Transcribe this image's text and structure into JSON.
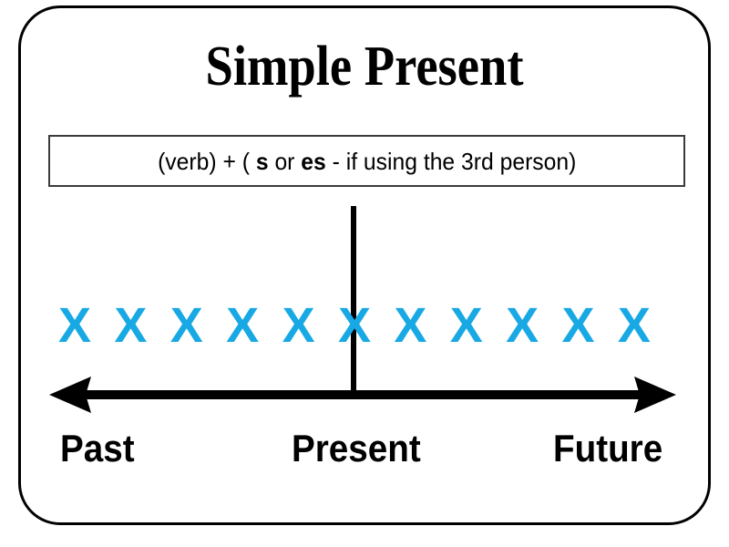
{
  "card": {
    "title": "Simple Present",
    "border_color": "#000000",
    "background_color": "#ffffff"
  },
  "formula": {
    "part_open": "(verb) + ( ",
    "bold_s": "s",
    "part_or": " or ",
    "bold_es": "es",
    "part_rest": " - if using the 3rd person)",
    "full_text": "(verb) + ( s or es - if using the 3rd person)",
    "border_color": "#3b3b3b"
  },
  "timeline": {
    "marks": {
      "symbol": "X",
      "count": 11,
      "color": "#18A9E4",
      "items": [
        "X",
        "X",
        "X",
        "X",
        "X",
        "X",
        "X",
        "X",
        "X",
        "X",
        "X"
      ]
    },
    "present_marker": {
      "name": "present-vertical-line",
      "color": "#000000"
    },
    "axis": {
      "style": "double-headed-arrow",
      "color": "#000000"
    },
    "labels": {
      "past": "Past",
      "present": "Present",
      "future": "Future"
    }
  }
}
